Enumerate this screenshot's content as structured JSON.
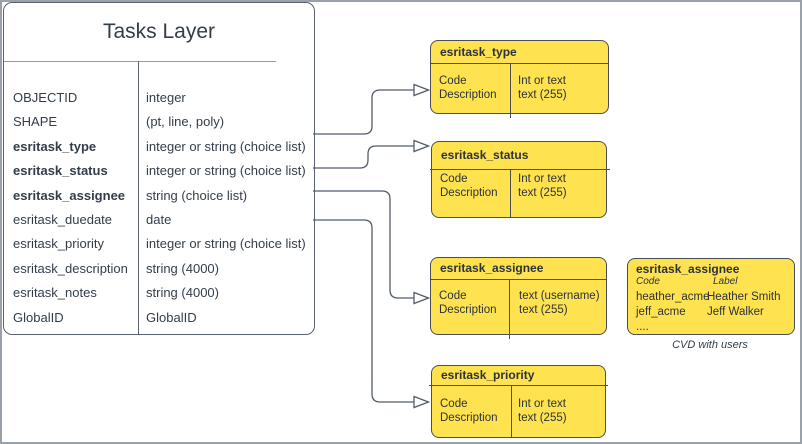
{
  "tasks_layer": {
    "title": "Tasks Layer",
    "fields": [
      {
        "name": "OBJECTID",
        "type": "integer"
      },
      {
        "name": "SHAPE",
        "type": "(pt, line, poly)"
      },
      {
        "name": "esritask_type",
        "type": "integer or string (choice list)"
      },
      {
        "name": "esritask_status",
        "type": "integer or string (choice list)"
      },
      {
        "name": "esritask_assignee",
        "type": "string (choice list)"
      },
      {
        "name": "esritask_duedate",
        "type": "date"
      },
      {
        "name": "esritask_priority",
        "type": "integer or string (choice list)"
      },
      {
        "name": "esritask_description",
        "type": "string (4000)"
      },
      {
        "name": "esritask_notes",
        "type": "string (4000)"
      },
      {
        "name": "GlobalID",
        "type": "GlobalID"
      }
    ]
  },
  "choice_lists": {
    "type": {
      "title": "esritask_type",
      "r1l": "Code",
      "r2l": "Description",
      "r1r": "Int or text",
      "r2r": "text (255)"
    },
    "status": {
      "title": "esritask_status",
      "r1l": "Code",
      "r2l": "Description",
      "r1r": "Int or text",
      "r2r": "text (255)"
    },
    "assignee": {
      "title": "esritask_assignee",
      "r1l": "Code",
      "r2l": "Description",
      "r1r": "text (username)",
      "r2r": "text (255)"
    },
    "priority": {
      "title": "esritask_priority",
      "r1l": "Code",
      "r2l": "Description",
      "r1r": "Int or text",
      "r2r": "text (255)"
    }
  },
  "cvd_users": {
    "title": "esritask_assignee",
    "col_code": "Code",
    "col_label": "Label",
    "users": [
      {
        "code": "heather_acme",
        "label": "Heather Smith"
      },
      {
        "code": "jeff_acme",
        "label": "Jeff Walker"
      }
    ],
    "ellipsis": "....",
    "caption": "CVD with users"
  },
  "colors": {
    "domain_fill": "#ffe24f",
    "domain_border": "#494f55",
    "connector": "#515c68",
    "frame": "#9aa1a8",
    "text": "#333d49"
  }
}
